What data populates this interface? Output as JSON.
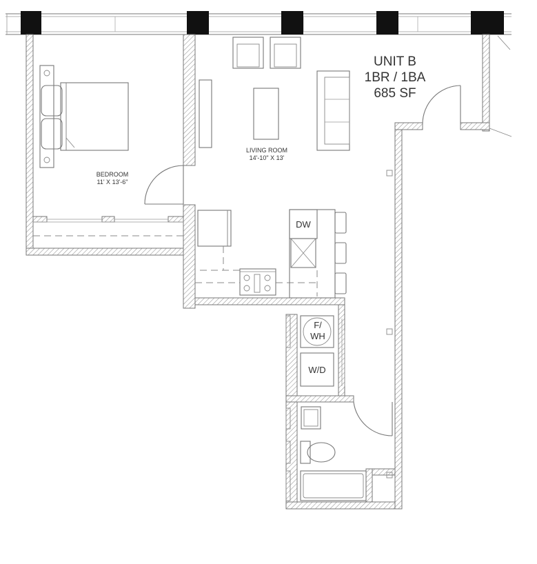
{
  "unit": {
    "name": "UNIT B",
    "layout": "1BR / 1BA",
    "area": "685 SF"
  },
  "rooms": {
    "bedroom": {
      "name": "BEDROOM",
      "size": "11' X 13'-6\""
    },
    "living": {
      "name": "LIVING ROOM",
      "size": "14'-10\" X 13'"
    }
  },
  "fixtures": {
    "dishwasher": "DW",
    "water_heater_top": "F/",
    "water_heater_bottom": "WH",
    "washer_dryer": "W/D"
  },
  "colors": {
    "wall_stroke": "#777777",
    "column_fill": "#111111",
    "text": "#333333"
  }
}
